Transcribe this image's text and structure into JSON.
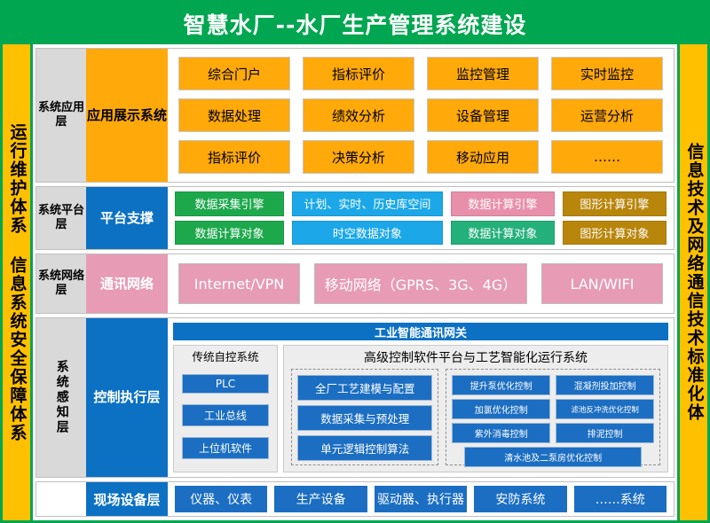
{
  "header": {
    "title": "智慧水厂--水厂生产管理系统建设"
  },
  "sidebars": {
    "left": "运行维护体系  信息系统安全保障体系",
    "right": "信息技术及网络通信技术标准化体"
  },
  "colors": {
    "brand_green": "#00A650",
    "sidebar_amber": "#FFC000",
    "layer_label_gray": "#D9D9D9",
    "orange": "#FFA90B",
    "blue": "#0C71C3",
    "blue_btn": "#1B6EC2",
    "pink": "#E79BB4",
    "green": "#1DA84C",
    "cyan": "#1CA8E8",
    "pink_cell": "#E890AB",
    "teal": "#24B07A",
    "gold": "#B8860B",
    "panel_gray": "#EDEDED"
  },
  "layers": {
    "application": {
      "name": "系统应用层",
      "title": "应用展示系统",
      "cells": [
        "综合门户",
        "指标评价",
        "监控管理",
        "实时监控",
        "数据处理",
        "绩效分析",
        "设备管理",
        "运营分析",
        "指标评价",
        "决策分析",
        "移动应用",
        "……"
      ]
    },
    "platform": {
      "name": "系统平台层",
      "title": "平台支撑",
      "cells": [
        {
          "label": "数据采集引擎",
          "color": "#1DA84C"
        },
        {
          "label": "计划、实时、历史库空间",
          "color": "#1CA8E8"
        },
        {
          "label": "数据计算引擎",
          "color": "#E890AB"
        },
        {
          "label": "图形计算引擎",
          "color": "#B8860B"
        },
        {
          "label": "数据计算对象",
          "color": "#1DA84C"
        },
        {
          "label": "时空数据对象",
          "color": "#1CA8E8"
        },
        {
          "label": "数据计算对象",
          "color": "#24B07A"
        },
        {
          "label": "图形计算对象",
          "color": "#B8860B"
        }
      ]
    },
    "network": {
      "name": "系统网络层",
      "title": "通讯网络",
      "cells": [
        "Internet/VPN",
        "移动网络（GPRS、3G、4G）",
        "LAN/WIFI"
      ]
    },
    "control": {
      "name": "系统感知层",
      "title": "控制执行层",
      "gateway": "工业智能通讯网关",
      "legacy": {
        "title": "传统自控系统",
        "items": [
          "PLC",
          "工业总线",
          "上位机软件"
        ]
      },
      "advanced": {
        "title": "高级控制软件平台与工艺智能化运行系统",
        "left_items": [
          "全厂工艺建模与配置",
          "数据采集与预处理",
          "单元逻辑控制算法"
        ],
        "right_items": [
          "提升泵优化控制",
          "混凝剂投加控制",
          "加氯优化控制",
          "滤池反冲洗优化控制",
          "紫外消毒控制",
          "排泥控制"
        ],
        "right_wide_item": "清水池及二泵房优化控制"
      }
    },
    "field": {
      "title": "现场设备层",
      "cells": [
        "仪器、仪表",
        "生产设备",
        "驱动器、执行器",
        "安防系统",
        "……系统"
      ]
    }
  }
}
